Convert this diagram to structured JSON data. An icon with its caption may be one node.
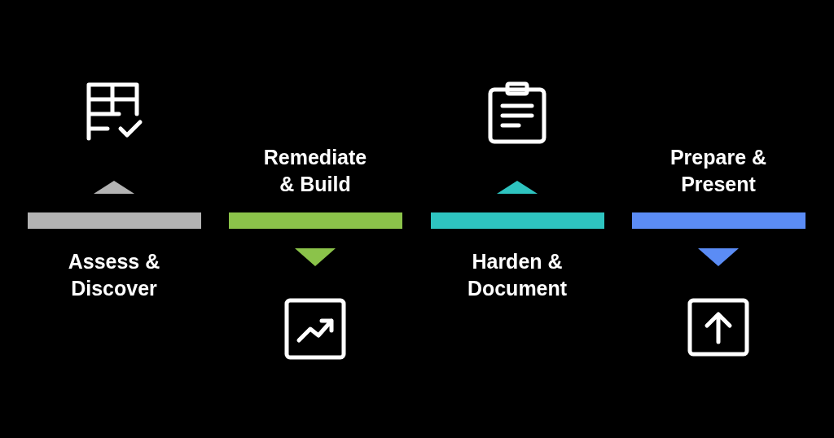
{
  "diagram": {
    "nodes": [
      {
        "text": [
          "Assess & Discover"
        ]
      },
      {
        "text": [
          "Remediate & Build"
        ]
      },
      {
        "text": [
          "Harden & Document"
        ]
      },
      {
        "text": [
          "Prepare & Present"
        ]
      },
      {
        "text": [],
        "shape": "bar"
      },
      {
        "text": [],
        "shape": "bar"
      },
      {
        "text": [],
        "shape": "bar"
      },
      {
        "text": [],
        "shape": "bar"
      }
    ]
  }
}
